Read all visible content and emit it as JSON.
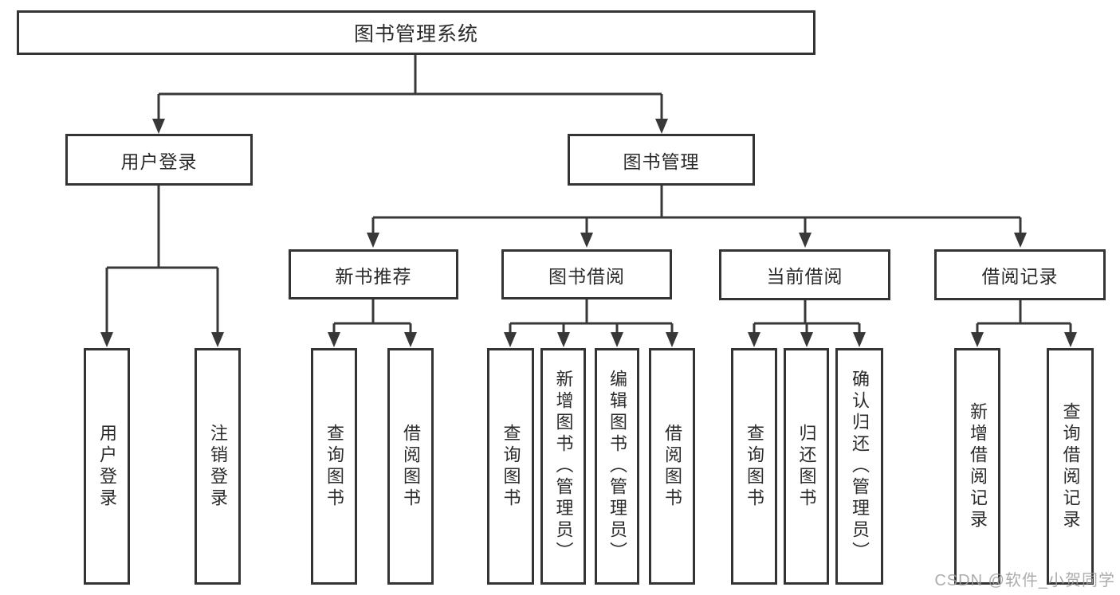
{
  "diagram": {
    "root": {
      "label": "图书管理系统"
    },
    "branches": [
      {
        "label": "用户登录",
        "children": [
          {
            "label": "用户登录"
          },
          {
            "label": "注销登录"
          }
        ]
      },
      {
        "label": "图书管理",
        "children": [
          {
            "label": "新书推荐",
            "children": [
              {
                "label": "查询图书"
              },
              {
                "label": "借阅图书"
              }
            ]
          },
          {
            "label": "图书借阅",
            "children": [
              {
                "label": "查询图书"
              },
              {
                "label": "新增图书（管理员）"
              },
              {
                "label": "编辑图书（管理员）"
              },
              {
                "label": "借阅图书"
              }
            ]
          },
          {
            "label": "当前借阅",
            "children": [
              {
                "label": "查询图书"
              },
              {
                "label": "归还图书"
              },
              {
                "label": "确认归还（管理员）"
              }
            ]
          },
          {
            "label": "借阅记录",
            "children": [
              {
                "label": "新增借阅记录"
              },
              {
                "label": "查询借阅记录"
              }
            ]
          }
        ]
      }
    ],
    "watermark": "CSDN @软件_小贺同学",
    "colors": {
      "line": "#383838",
      "border": "#343434",
      "text": "#2b2b2b",
      "background": "#ffffff",
      "watermark": "#9e9e9e"
    }
  }
}
